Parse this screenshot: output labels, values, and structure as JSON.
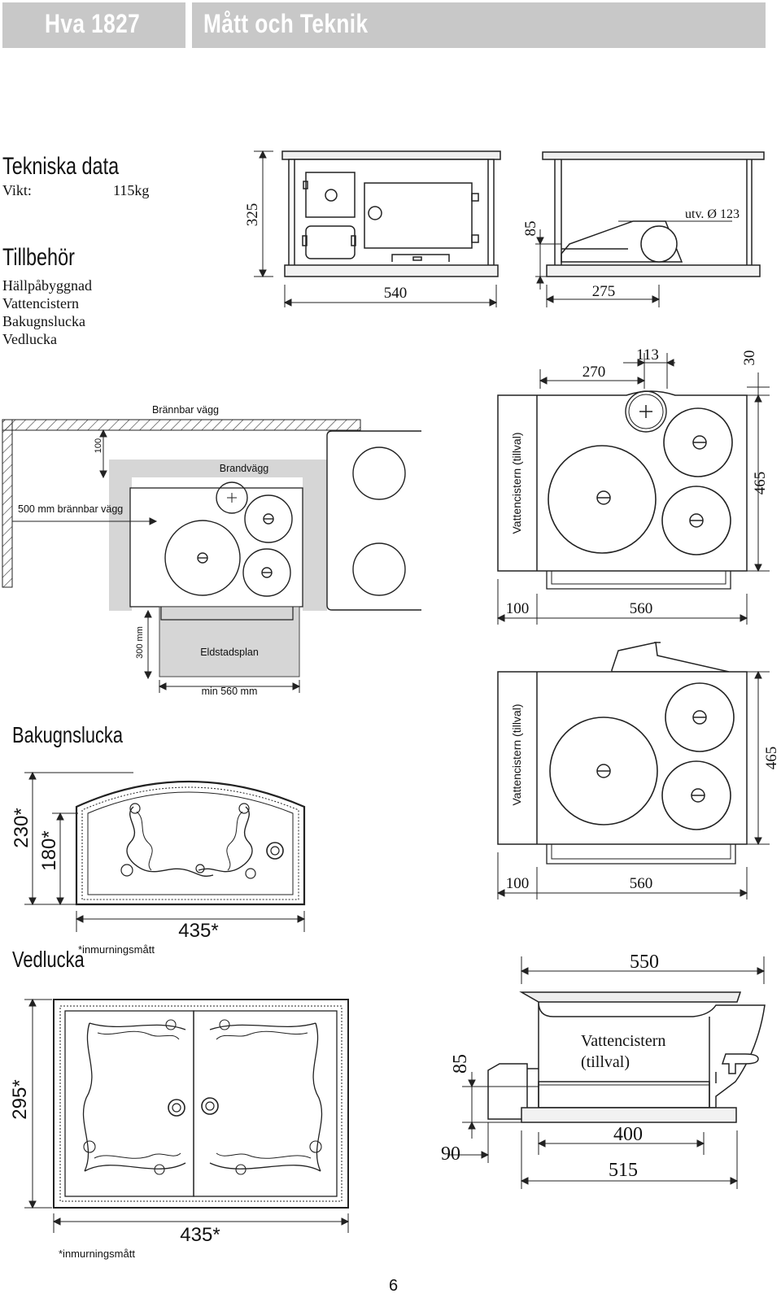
{
  "header": {
    "model": "Hva 1827",
    "title": "Mått och Teknik"
  },
  "tech": {
    "heading": "Tekniska  data",
    "weight_label": "Vikt:",
    "weight_value": "115kg"
  },
  "accessories": {
    "heading": "Tillbehör",
    "items": [
      "Hällpåbyggnad",
      "Vattencistern",
      "Bakugnslucka",
      "Vedlucka"
    ]
  },
  "front_view": {
    "height": "325",
    "width": "540"
  },
  "side_view": {
    "height": "85",
    "depth": "275",
    "outlet": "utv. Ø 123"
  },
  "top_view": {
    "d270": "270",
    "d113": "113",
    "d30": "30",
    "d465": "465",
    "d100": "100",
    "d560": "560",
    "cistern_label": "Vattencistern (tillval)"
  },
  "installation": {
    "combustible_wall": "Brännbar vägg",
    "fire_wall": "Brandvägg",
    "side_clearance": "500 mm brännbar vägg",
    "d100": "100",
    "floor_plate": "Eldstadsplan",
    "front_clearance": "300 mm",
    "min_width": "min 560 mm"
  },
  "top_view_2": {
    "cistern_label": "Vattencistern (tillval)",
    "d465": "465",
    "d100": "100",
    "d560": "560"
  },
  "oven_door": {
    "heading": "Bakugnslucka",
    "h230": "230*",
    "h180": "180*",
    "w435": "435*",
    "note": "*inmurningsmått"
  },
  "cistern_view": {
    "w550": "550",
    "label_line1": "Vattencistern",
    "label_line2": "(tillval)",
    "h85": "85",
    "d90": "90",
    "w400": "400",
    "w515": "515"
  },
  "firewood_door": {
    "heading": "Vedlucka",
    "h295": "295*",
    "w435": "435*",
    "note": "*inmurningsmått"
  },
  "page_number": "6"
}
